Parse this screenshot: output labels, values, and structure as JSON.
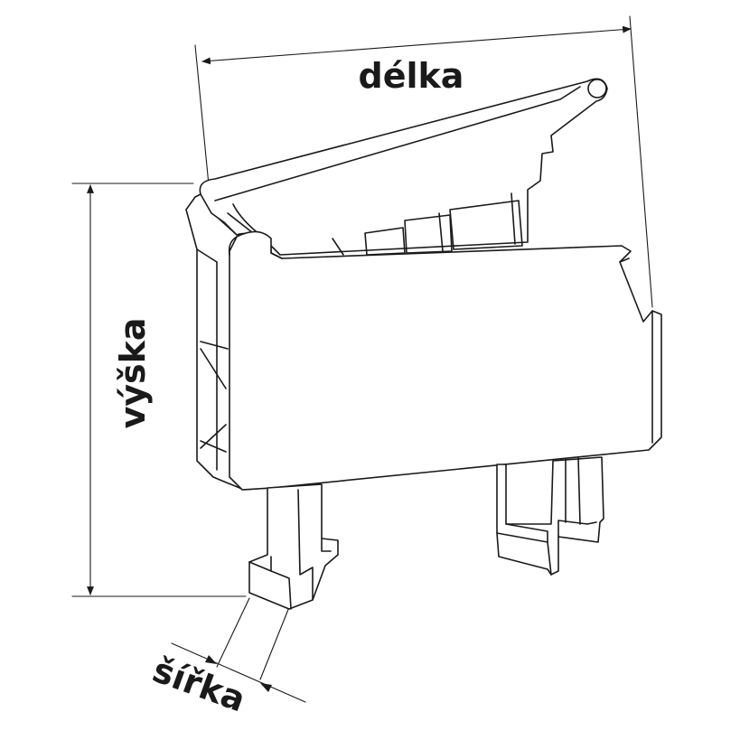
{
  "labels": {
    "length": "délka",
    "height": "výška",
    "width": "šířka"
  },
  "colors": {
    "line": "#1a1a1a",
    "background": "#ffffff"
  }
}
